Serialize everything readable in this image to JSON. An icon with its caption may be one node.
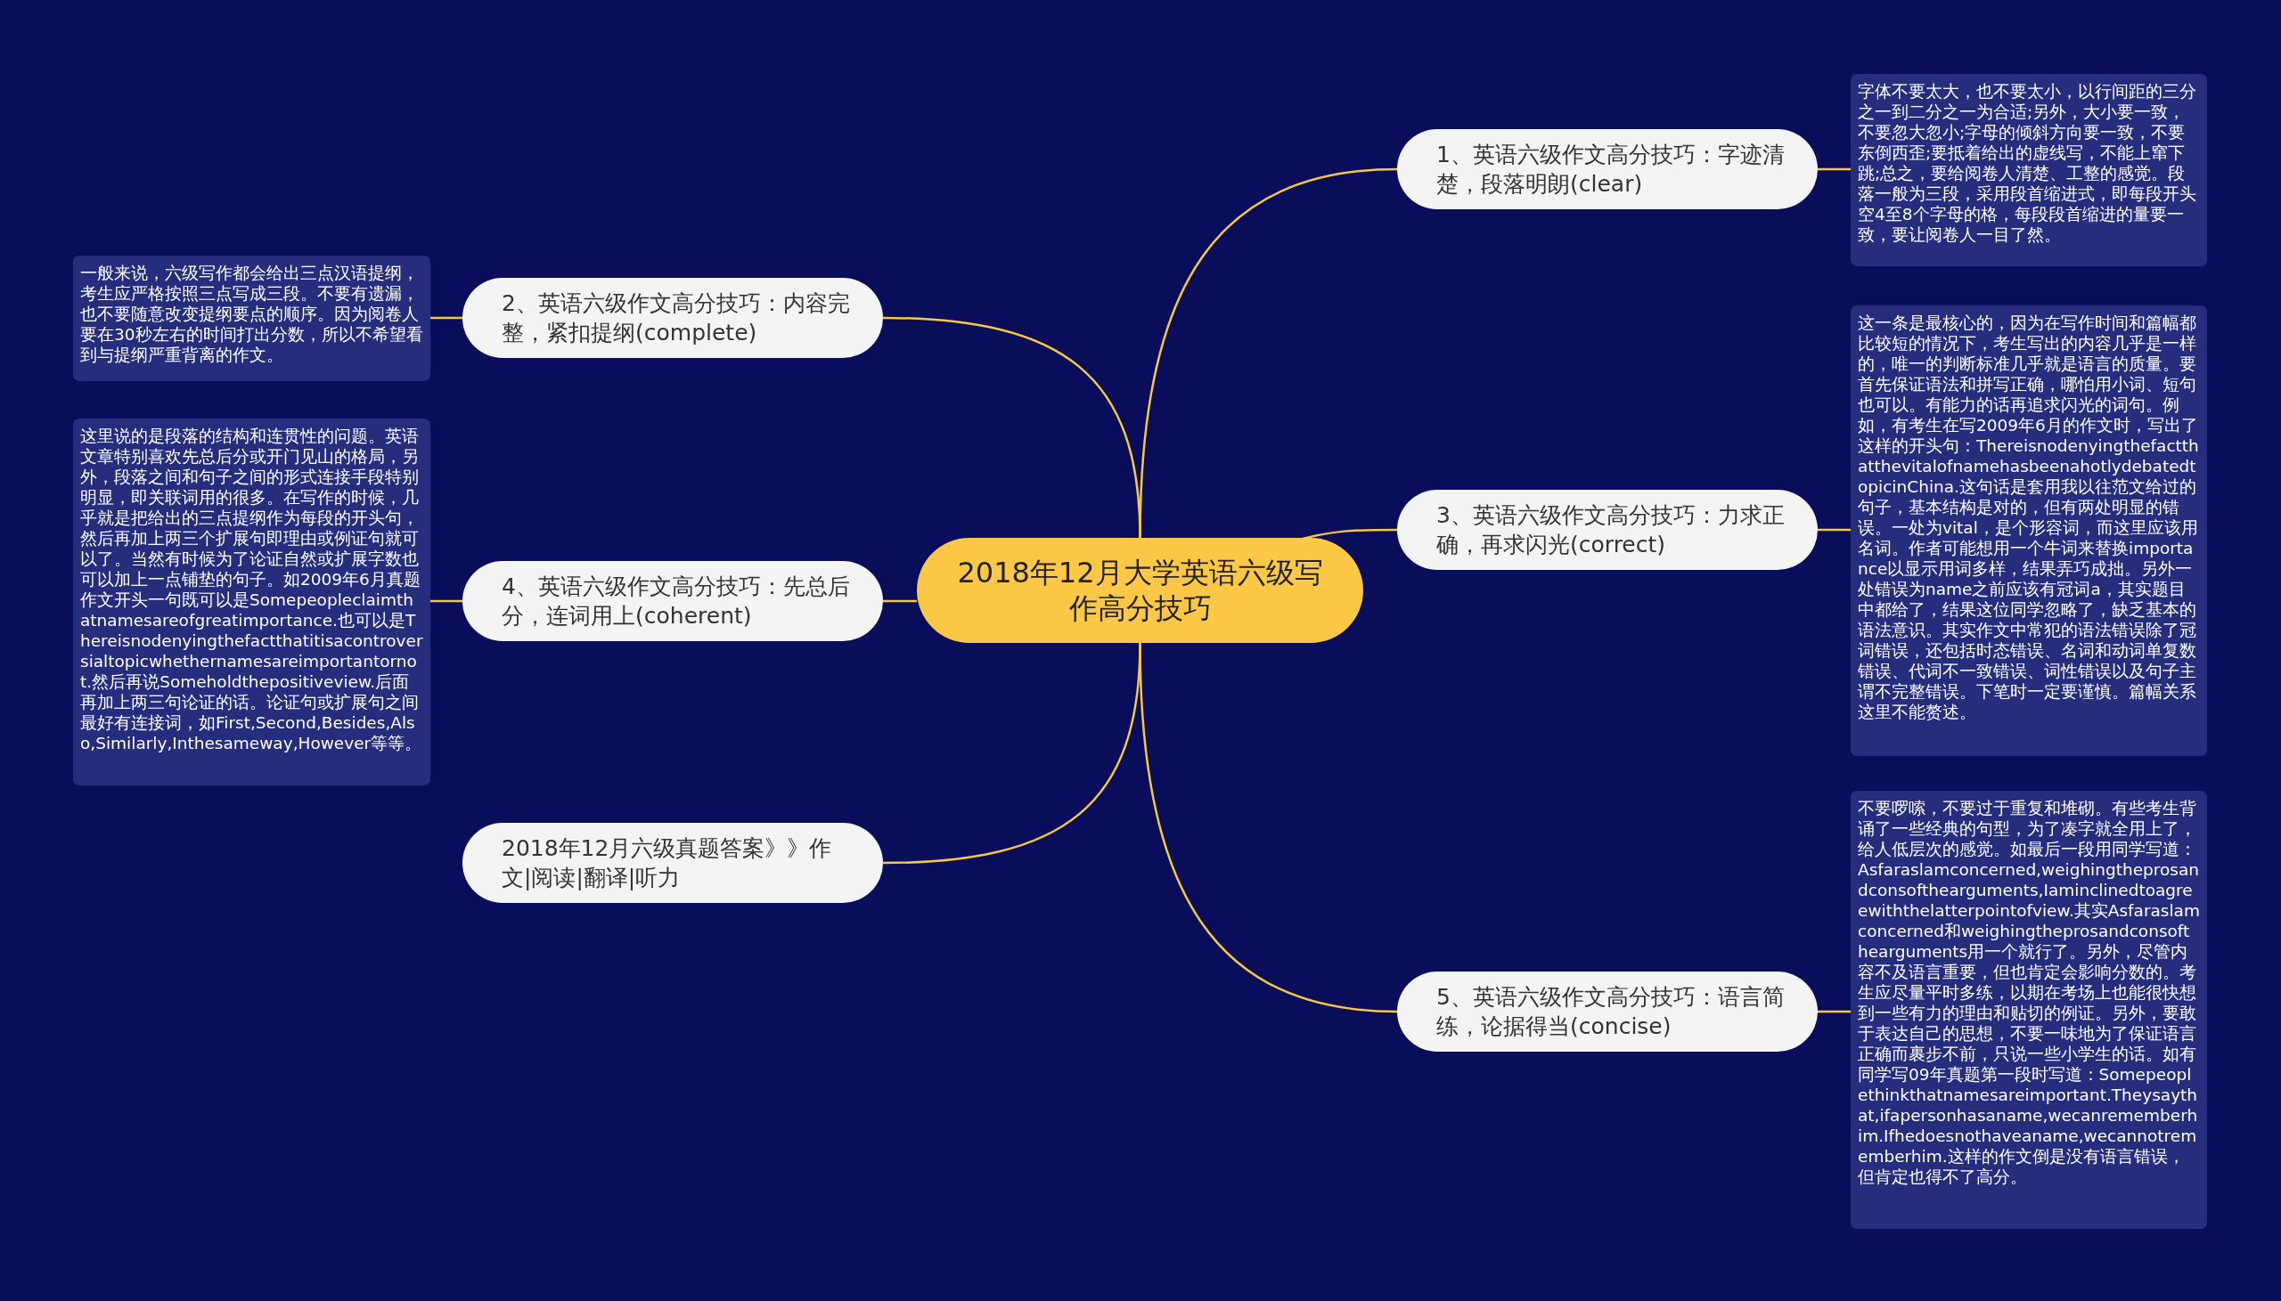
{
  "diagram": {
    "nodes": [
      {
        "text": [
          "2018年12月大学英语六级写作高分技巧"
        ]
      },
      {
        "text": [
          "1、英语六级作文高分技巧：字迹清楚，段落明朗(clear)"
        ]
      },
      {
        "text": [
          "字体不要太大，也不要太小，以行间距的三分之一到二分之一为合适;另外，大小要一致，不要忽大忽小;字母的倾斜方向要一致，不要东倒西歪;要抵着给出的虚线写，不能上窜下跳;总之，要给阅卷人清楚、工整的感觉。段落一般为三段，采用段首缩进式，即每段开头空4至8个字母的格，每段段首缩进的量要一致，要让阅卷人一目了然。"
        ]
      },
      {
        "text": [
          "2、英语六级作文高分技巧：内容完整，紧扣提纲(complete)"
        ]
      },
      {
        "text": [
          "一般来说，六级写作都会给出三点汉语提纲，考生应严格按照三点写成三段。不要有遗漏，也不要随意改变提纲要点的顺序。因为阅卷人要在30秒左右的时间打出分数，所以不希望看到与提纲严重背离的作文。"
        ]
      },
      {
        "text": [
          "3、英语六级作文高分技巧：力求正确，再求闪光(correct)"
        ]
      },
      {
        "text": [
          "这一条是最核心的，因为在写作时间和篇幅都比较短的情况下，考生写出的内容几乎是一样的，唯一的判断标准几乎就是语言的质量。要首先保证语法和拼写正确，哪怕用小词、短句也可以。有能力的话再追求闪光的词句。例如，有考生在写2009年6月的作文时，写出了这样的开头句：ThereisnodenyingthefactthatthevitalofnamehasbeenahotlydebatedtopicinChina.这句话是套用我以往范文给过的句子，基本结构是对的，但有两处明显的错误。一处为vital，是个形容词，而这里应该用名词。作者可能想用一个牛词来替换importance以显示用词多样，结果弄巧成拙。另外一处错误为name之前应该有冠词a，其实题目中都给了，结果这位同学忽略了，缺乏基本的语法意识。其实作文中常犯的语法错误除了冠词错误，还包括时态错误、名词和动词单复数错误、代词不一致错误、词性错误以及句子主谓不完整错误。下笔时一定要谨慎。篇幅关系这里不能赘述。"
        ]
      },
      {
        "text": [
          "4、英语六级作文高分技巧：先总后分，连词用上(coherent)"
        ]
      },
      {
        "text": [
          "这里说的是段落的结构和连贯性的问题。英语文章特别喜欢先总后分或开门见山的格局，另外，段落之间和句子之间的形式连接手段特别明显，即关联词用的很多。在写作的时候，几乎就是把给出的三点提纲作为每段的开头句，然后再加上两三个扩展句即理由或例证句就可以了。当然有时候为了论证自然或扩展字数也可以加上一点铺垫的句子。如2009年6月真题作文开头一句既可以是Somepeopleclaimthatnamesareofgreatimportance.也可以是Thereisnodenyingthefactthatitisacontroversialtopicwhethernamesareimportantornot.然后再说Someholdthepositiveview.后面再加上两三句论证的话。论证句或扩展句之间最好有连接词，如First,Second,Besides,Also,Similarly,Inthesameway,However等等。"
        ]
      },
      {
        "text": [
          "5、英语六级作文高分技巧：语言简练，论据得当(concise)"
        ]
      },
      {
        "text": [
          "不要啰嗦，不要过于重复和堆砌。有些考生背诵了一些经典的句型，为了凑字就全用上了，给人低层次的感觉。如最后一段用同学写道：Asfaraslamconcerned,weighingtheprosandconsofthearguments,Iaminclinedtoagreewiththelatterpointofview.其实Asfaraslamconcerned和weighingtheprosandconsofthearguments用一个就行了。另外，尽管内容不及语言重要，但也肯定会影响分数的。考生应尽量平时多练，以期在考场上也能很快想到一些有力的理由和贴切的例证。另外，要敢于表达自己的思想，不要一味地为了保证语言正确而裹步不前，只说一些小学生的话。如有同学写09年真题第一段时写道：Somepeoplethinkthatnamesareimportant.Theysaythat,ifapersonhasaname,wecanrememberhim.Ifhedoesnothaveaname,wecannotrememberhim.这样的作文倒是没有语言错误，但肯定也得不了高分。"
        ]
      },
      {
        "text": [
          "2018年12月六级真题答案》》作文|阅读|翻译|听力"
        ]
      }
    ],
    "edges": [
      {
        "from": 0,
        "to": 1,
        "arrow": "none"
      },
      {
        "from": 1,
        "to": 2,
        "arrow": "none"
      },
      {
        "from": 0,
        "to": 3,
        "arrow": "none"
      },
      {
        "from": 3,
        "to": 4,
        "arrow": "none"
      },
      {
        "from": 0,
        "to": 5,
        "arrow": "none"
      },
      {
        "from": 5,
        "to": 6,
        "arrow": "none"
      },
      {
        "from": 0,
        "to": 7,
        "arrow": "none"
      },
      {
        "from": 7,
        "to": 8,
        "arrow": "none"
      },
      {
        "from": 0,
        "to": 9,
        "arrow": "none"
      },
      {
        "from": 9,
        "to": 10,
        "arrow": "none"
      },
      {
        "from": 0,
        "to": 11,
        "arrow": "none"
      }
    ]
  }
}
